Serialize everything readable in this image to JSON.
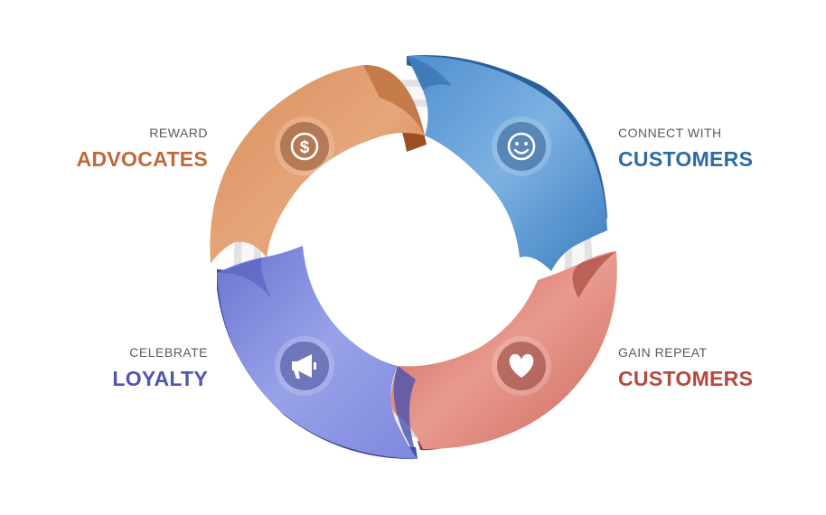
{
  "colors": {
    "advocates": "#c0683a",
    "customers_connect": "#2e6aa3",
    "loyalty": "#4e56b0",
    "customers_repeat": "#b4493f"
  },
  "segments": {
    "top_left": {
      "subtitle": "REWARD",
      "title": "ADVOCATES",
      "icon": "dollar-icon"
    },
    "top_right": {
      "subtitle": "CONNECT WITH",
      "title": "CUSTOMERS",
      "icon": "smiley-icon"
    },
    "bottom_left": {
      "subtitle": "CELEBRATE",
      "title": "LOYALTY",
      "icon": "megaphone-icon"
    },
    "bottom_right": {
      "subtitle": "GAIN REPEAT",
      "title": "CUSTOMERS",
      "icon": "heart-icon"
    }
  }
}
